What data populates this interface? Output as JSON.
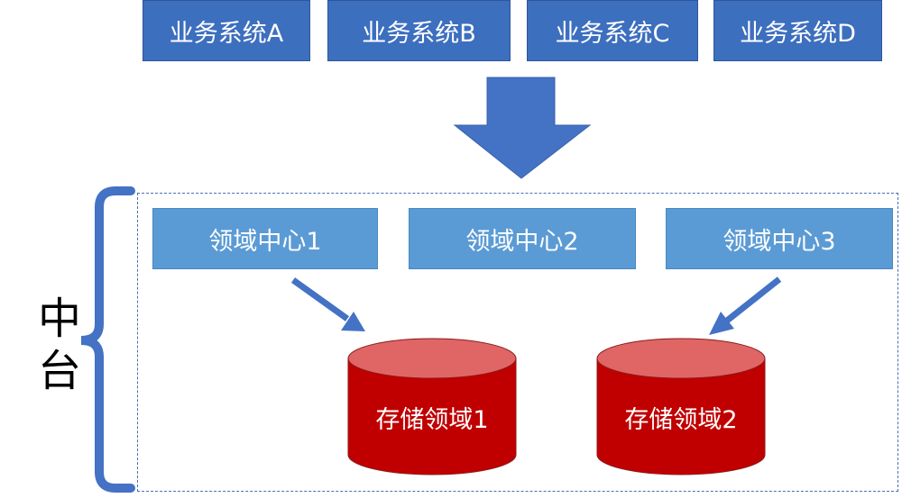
{
  "business_systems": [
    {
      "label": "业务系统A"
    },
    {
      "label": "业务系统B"
    },
    {
      "label": "业务系统C"
    },
    {
      "label": "业务系统D"
    }
  ],
  "middle_platform": {
    "label_chars": [
      "中",
      "台"
    ],
    "domain_centers": [
      {
        "label": "领域中心1"
      },
      {
        "label": "领域中心2"
      },
      {
        "label": "领域中心3"
      }
    ],
    "storage_domains": [
      {
        "label": "存储领域1"
      },
      {
        "label": "存储领域2"
      }
    ]
  },
  "colors": {
    "system_box": "#3d6fbf",
    "domain_box": "#5b9bd5",
    "arrow": "#4472c4",
    "storage_body": "#c00000",
    "storage_top": "#e06666",
    "bracket": "#4472c4"
  }
}
